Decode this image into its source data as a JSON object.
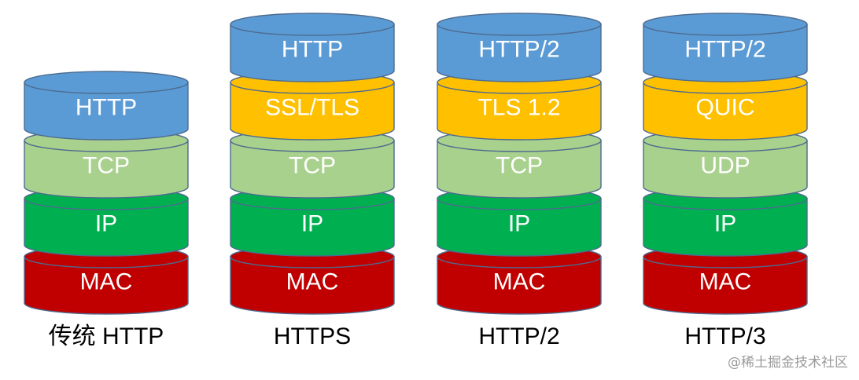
{
  "stacks": [
    {
      "caption": "传统 HTTP",
      "layers": [
        {
          "label": "HTTP",
          "color": "#5b9bd5"
        },
        {
          "label": "TCP",
          "color": "#a9d18e"
        },
        {
          "label": "IP",
          "color": "#00b050"
        },
        {
          "label": "MAC",
          "color": "#c00000"
        }
      ]
    },
    {
      "caption": "HTTPS",
      "layers": [
        {
          "label": "HTTP",
          "color": "#5b9bd5"
        },
        {
          "label": "SSL/TLS",
          "color": "#ffc000"
        },
        {
          "label": "TCP",
          "color": "#a9d18e"
        },
        {
          "label": "IP",
          "color": "#00b050"
        },
        {
          "label": "MAC",
          "color": "#c00000"
        }
      ]
    },
    {
      "caption": "HTTP/2",
      "layers": [
        {
          "label": "HTTP/2",
          "color": "#5b9bd5"
        },
        {
          "label": "TLS 1.2",
          "color": "#ffc000"
        },
        {
          "label": "TCP",
          "color": "#a9d18e"
        },
        {
          "label": "IP",
          "color": "#00b050"
        },
        {
          "label": "MAC",
          "color": "#c00000"
        }
      ]
    },
    {
      "caption": "HTTP/3",
      "layers": [
        {
          "label": "HTTP/2",
          "color": "#5b9bd5"
        },
        {
          "label": "QUIC",
          "color": "#ffc000"
        },
        {
          "label": "UDP",
          "color": "#a9d18e"
        },
        {
          "label": "IP",
          "color": "#00b050"
        },
        {
          "label": "MAC",
          "color": "#c00000"
        }
      ]
    }
  ],
  "watermark": "@稀土掘金技术社区"
}
